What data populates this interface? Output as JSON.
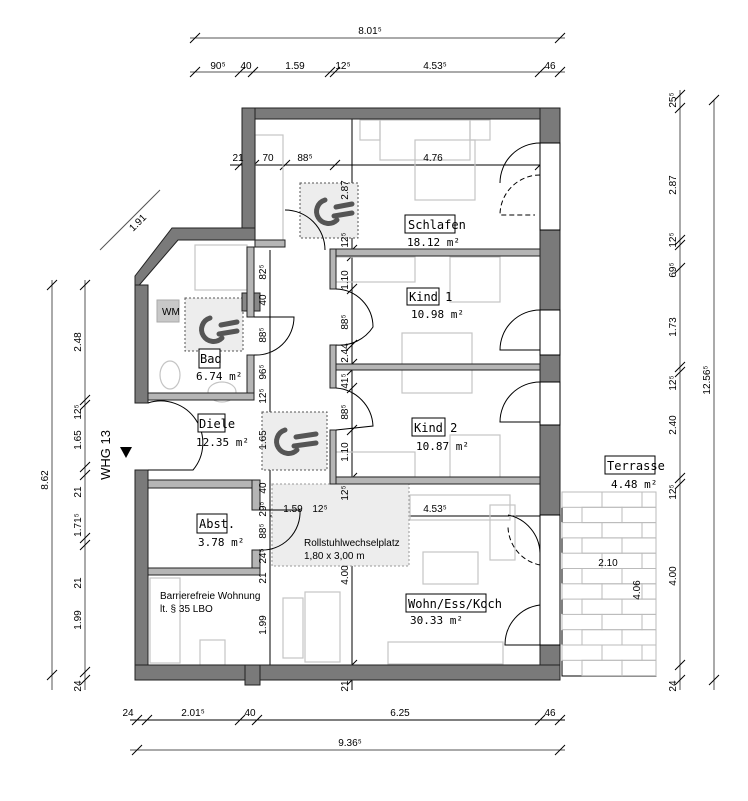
{
  "unit_label": "WHG 13",
  "rooms": {
    "schlafen": {
      "name": "Schlafen",
      "area": "18.12 m²"
    },
    "kind1": {
      "name": "Kind 1",
      "area": "10.98 m²"
    },
    "kind2": {
      "name": "Kind 2",
      "area": "10.87 m²"
    },
    "bad": {
      "name": "Bad",
      "area": "6.74 m²"
    },
    "diele": {
      "name": "Diele",
      "area": "12.35 m²"
    },
    "abst": {
      "name": "Abst.",
      "area": "3.78 m²"
    },
    "wohn": {
      "name": "Wohn/Ess/Koch",
      "area": "30.33 m²"
    },
    "terrasse": {
      "name": "Terrasse",
      "area": "4.48 m²"
    }
  },
  "notes": {
    "wheelchair_title": "Rollstuhlwechselplatz",
    "wheelchair_size": "1,80 x 3,00 m",
    "barrier_free_1": "Barrierefreie Wohnung",
    "barrier_free_2": "lt. § 35 LBO",
    "wm": "WM"
  },
  "dimensions": {
    "top_total": "8.01⁵",
    "top_chain": [
      "90⁵",
      "40",
      "1.59",
      "12⁵",
      "4.53⁵",
      "46"
    ],
    "bottom_chain": [
      "24",
      "2.01⁵",
      "40",
      "6.25",
      "46"
    ],
    "bottom_total": "9.36⁵",
    "left_total": "8.62",
    "left_chain": [
      "2.48",
      "12⁵",
      "1.65",
      "21",
      "1.71⁵",
      "21",
      "1.99",
      "24"
    ],
    "right_chain": [
      "25⁵",
      "2.87",
      "12⁵",
      "69⁵",
      "1.73",
      "12⁵",
      "2.40",
      "12⁵",
      "4.00",
      "24"
    ],
    "right_total": "12.56⁵",
    "inner_top": [
      "21",
      "70",
      "88⁵",
      "4.76"
    ],
    "inner_mid_v": [
      "2.87",
      "12⁵",
      "1.10",
      "88⁵",
      "2.44",
      "41⁵",
      "88⁵",
      "1.10",
      "12⁵",
      "4.00",
      "21"
    ],
    "inner_left_v": [
      "82⁵",
      "40",
      "88⁵",
      "96⁵",
      "12⁵",
      "1.65",
      "40",
      "29⁵",
      "88⁵",
      "24⁵",
      "21",
      "1.99"
    ],
    "inner_wohn_h": [
      "1.59",
      "12⁵",
      "4.53⁵"
    ],
    "terrace": [
      "2.10",
      "4.06"
    ],
    "diagonal": "1.91"
  }
}
